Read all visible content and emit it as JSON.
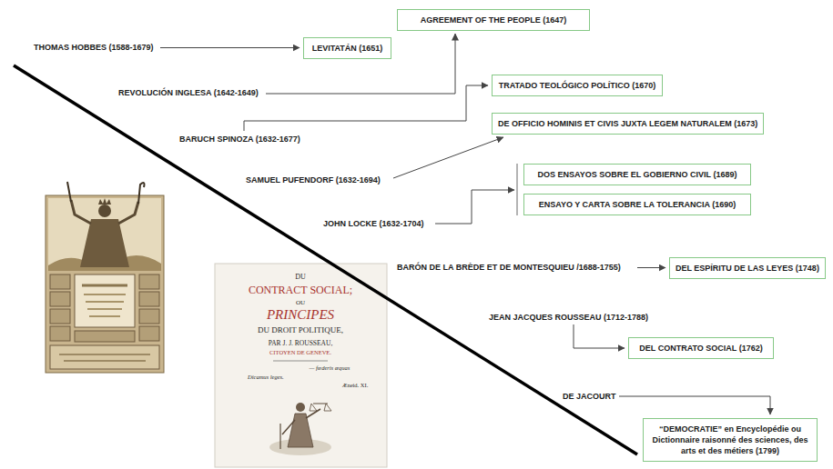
{
  "diagram": {
    "nodes": [
      {
        "text": [
          "AGREEMENT OF THE PEOPLE (1647)"
        ]
      },
      {
        "text": [
          "LEVITATÁN (1651)"
        ]
      },
      {
        "text": [
          "TRATADO TEOLÓGICO POLÍTICO (1670)"
        ]
      },
      {
        "text": [
          "DE OFFICIO HOMINIS ET CIVIS JUXTA LEGEM NATURALEM (1673)"
        ]
      },
      {
        "text": [
          "DOS ENSAYOS SOBRE EL GOBIERNO CIVIL (1689)"
        ]
      },
      {
        "text": [
          "ENSAYO Y CARTA SOBRE LA TOLERANCIA (1690)"
        ]
      },
      {
        "text": [
          "DEL ESPÍRITU DE LAS LEYES (1748)"
        ]
      },
      {
        "text": [
          "DEL CONTRATO SOCIAL (1762)"
        ]
      },
      {
        "text": [
          "“DEMOCRATIE” en Encyclopédie ou Dictionnaire raisonné des sciences, des arts et des métiers (1799)"
        ]
      }
    ],
    "labels": [
      "THOMAS HOBBES (1588-1679)",
      "REVOLUCIÓN INGLESA (1642-1649)",
      "BARUCH SPINOZA (1632-1677)",
      "SAMUEL PUFENDORF (1632-1694)",
      "JOHN LOCKE (1632-1704)",
      "BARÓN DE LA BRÈDE ET DE MONTESQUIEU /1688-1755)",
      "JEAN JACQUES ROUSSEAU (1712-1788)",
      "DE JACOURT",
      "DU",
      "CONTRACT SOCIAL;",
      "OU",
      "PRINCIPES",
      "DU DROIT POLITIQUE,",
      "PAR J. J. ROUSSEAU,",
      "CITOYEN DE GENEVE.",
      "— fœderis æquas",
      "Dicamus leges.",
      "Æneid. XI."
    ]
  }
}
